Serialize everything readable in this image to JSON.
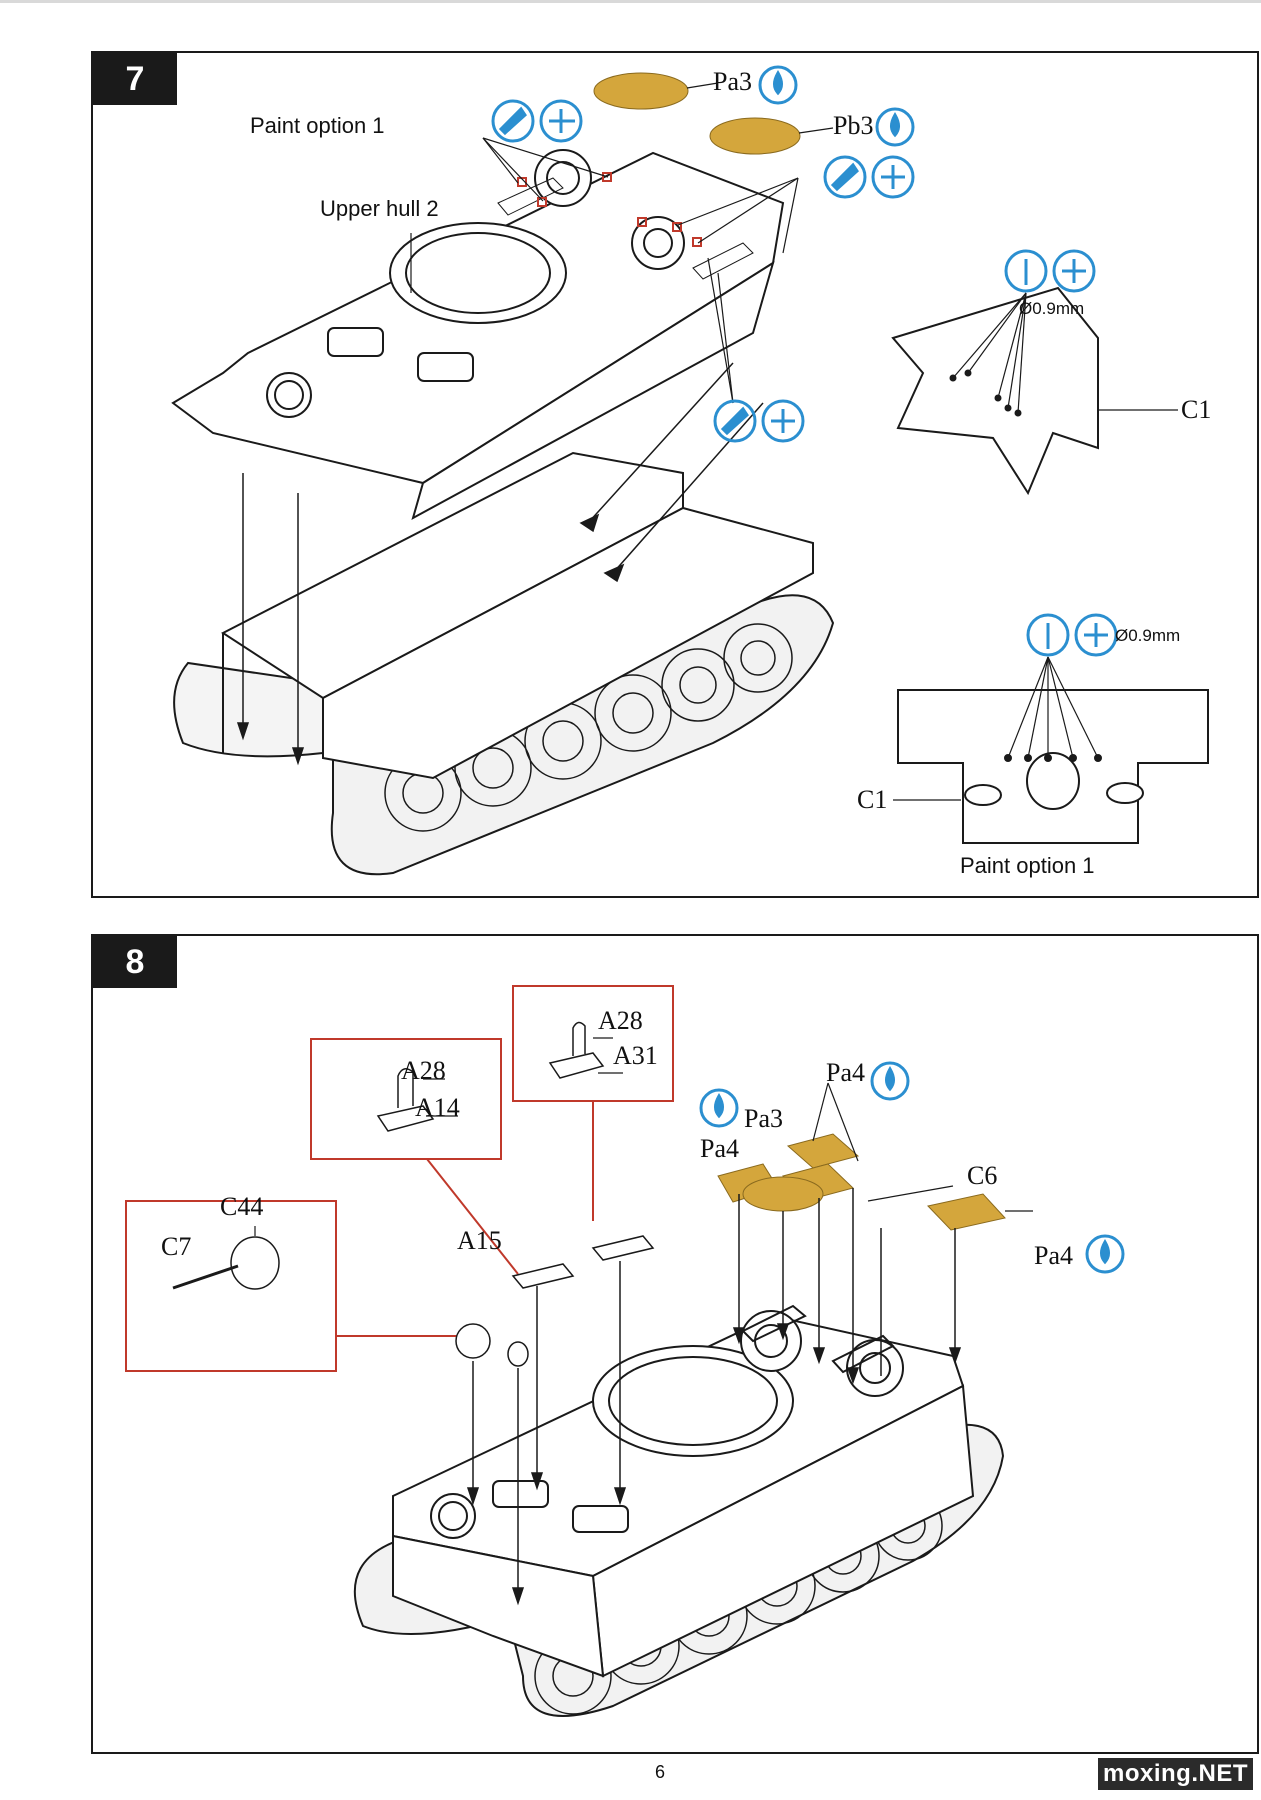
{
  "steps": [
    {
      "number": "7",
      "labels": {
        "paint_option_top": "Paint option 1",
        "upper_hull": "Upper hull 2",
        "pa3": "Pa3",
        "pb3": "Pb3",
        "c1_right": "C1",
        "drill_top": "Ø0.9mm",
        "drill_bottom": "Ø0.9mm",
        "c1_bottom": "C1",
        "paint_option_bottom": "Paint option 1"
      }
    },
    {
      "number": "8",
      "labels": {
        "a28_left": "A28",
        "a14": "A14",
        "a28_right": "A28",
        "a31": "A31",
        "c44": "C44",
        "c7": "C7",
        "a15": "A15",
        "pa4_top": "Pa4",
        "pa3": "Pa3",
        "pa4_left": "Pa4",
        "c6": "C6",
        "pa4_right": "Pa4"
      }
    }
  ],
  "colors": {
    "decal": "#d4a63c",
    "icon_blue": "#2b8fd0",
    "callout_red": "#c0392b",
    "line": "#1a1a1a"
  },
  "footer": {
    "page_number": "6",
    "watermark": "moxing.NET"
  }
}
